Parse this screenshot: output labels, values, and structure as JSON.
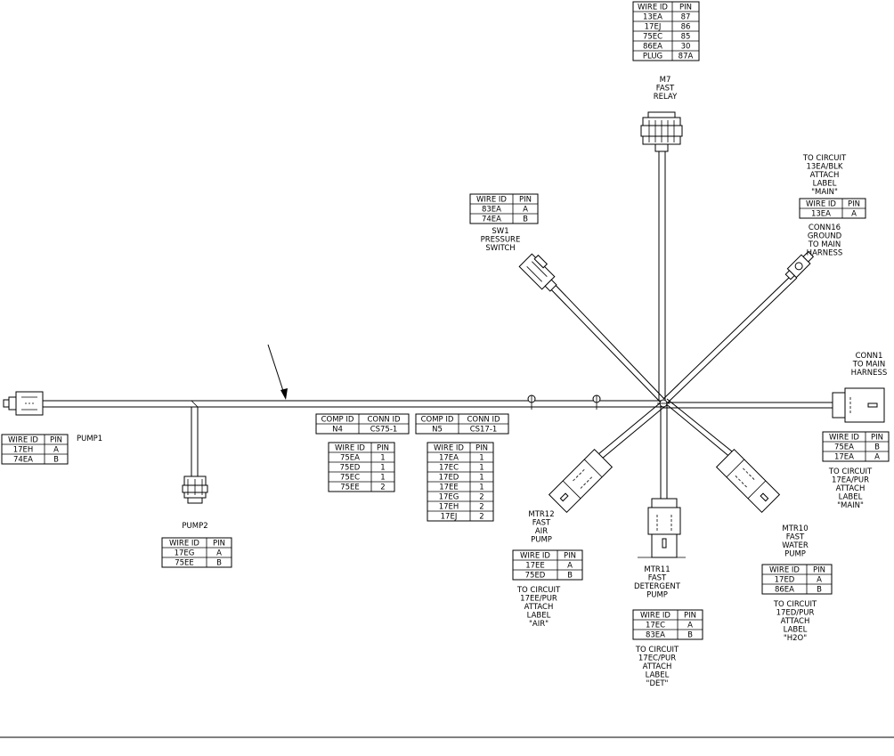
{
  "labels": {
    "m7": [
      "M7",
      "FAST",
      "RELAY"
    ],
    "sw1": [
      "SW1",
      "PRESSURE",
      "SWITCH"
    ],
    "conn16_to": [
      "TO CIRCUIT",
      "13EA/BLK",
      "ATTACH",
      "LABEL",
      "\"MAIN\""
    ],
    "conn16": [
      "CONN16",
      "GROUND",
      "TO MAIN",
      "HARNESS"
    ],
    "conn1": [
      "CONN1",
      "TO MAIN",
      "HARNESS"
    ],
    "conn1_to": [
      "TO CIRCUIT",
      "17EA/PUR",
      "ATTACH",
      "LABEL",
      "\"MAIN\""
    ],
    "pump1": [
      "PUMP1"
    ],
    "pump2": [
      "PUMP2"
    ],
    "mtr12": [
      "MTR12",
      "FAST",
      "AIR",
      "PUMP"
    ],
    "mtr12_to": [
      "TO CIRCUIT",
      "17EE/PUR",
      "ATTACH",
      "LABEL",
      "\"AIR\""
    ],
    "mtr11": [
      "MTR11",
      "FAST",
      "DETERGENT",
      "PUMP"
    ],
    "mtr11_to": [
      "TO CIRCUIT",
      "17EC/PUR",
      "ATTACH",
      "LABEL",
      "\"DET\""
    ],
    "mtr10": [
      "MTR10",
      "FAST",
      "WATER",
      "PUMP"
    ],
    "mtr10_to": [
      "TO CIRCUIT",
      "17ED/PUR",
      "ATTACH",
      "LABEL",
      "\"H2O\""
    ]
  },
  "tables": {
    "m7": {
      "headers": [
        "WIRE ID",
        "PIN"
      ],
      "rows": [
        [
          "13EA",
          "87"
        ],
        [
          "17EJ",
          "86"
        ],
        [
          "75EC",
          "85"
        ],
        [
          "86EA",
          "30"
        ],
        [
          "PLUG",
          "87A"
        ]
      ]
    },
    "sw1": {
      "headers": [
        "WIRE ID",
        "PIN"
      ],
      "rows": [
        [
          "83EA",
          "A"
        ],
        [
          "74EA",
          "B"
        ]
      ]
    },
    "conn16": {
      "headers": [
        "WIRE ID",
        "PIN"
      ],
      "rows": [
        [
          "13EA",
          "A"
        ]
      ]
    },
    "conn1": {
      "headers": [
        "WIRE ID",
        "PIN"
      ],
      "rows": [
        [
          "75EA",
          "B"
        ],
        [
          "17EA",
          "A"
        ]
      ]
    },
    "pump1": {
      "headers": [
        "WIRE ID",
        "PIN"
      ],
      "rows": [
        [
          "17EH",
          "A"
        ],
        [
          "74EA",
          "B"
        ]
      ]
    },
    "pump2": {
      "headers": [
        "WIRE ID",
        "PIN"
      ],
      "rows": [
        [
          "17EG",
          "A"
        ],
        [
          "75EE",
          "B"
        ]
      ]
    },
    "n4_comp": {
      "headers": [
        "COMP ID",
        "CONN ID"
      ],
      "rows": [
        [
          "N4",
          "CS75-1"
        ]
      ]
    },
    "n4_wires": {
      "headers": [
        "WIRE ID",
        "PIN"
      ],
      "rows": [
        [
          "75EA",
          "1"
        ],
        [
          "75ED",
          "1"
        ],
        [
          "75EC",
          "1"
        ],
        [
          "75EE",
          "2"
        ]
      ]
    },
    "n5_comp": {
      "headers": [
        "COMP ID",
        "CONN ID"
      ],
      "rows": [
        [
          "N5",
          "CS17-1"
        ]
      ]
    },
    "n5_wires": {
      "headers": [
        "WIRE ID",
        "PIN"
      ],
      "rows": [
        [
          "17EA",
          "1"
        ],
        [
          "17EC",
          "1"
        ],
        [
          "17ED",
          "1"
        ],
        [
          "17EE",
          "1"
        ],
        [
          "17EG",
          "2"
        ],
        [
          "17EH",
          "2"
        ],
        [
          "17EJ",
          "2"
        ]
      ]
    },
    "mtr12": {
      "headers": [
        "WIRE ID",
        "PIN"
      ],
      "rows": [
        [
          "17EE",
          "A"
        ],
        [
          "75ED",
          "B"
        ]
      ]
    },
    "mtr11": {
      "headers": [
        "WIRE ID",
        "PIN"
      ],
      "rows": [
        [
          "17EC",
          "A"
        ],
        [
          "83EA",
          "B"
        ]
      ]
    },
    "mtr10": {
      "headers": [
        "WIRE ID",
        "PIN"
      ],
      "rows": [
        [
          "17ED",
          "A"
        ],
        [
          "86EA",
          "B"
        ]
      ]
    }
  }
}
